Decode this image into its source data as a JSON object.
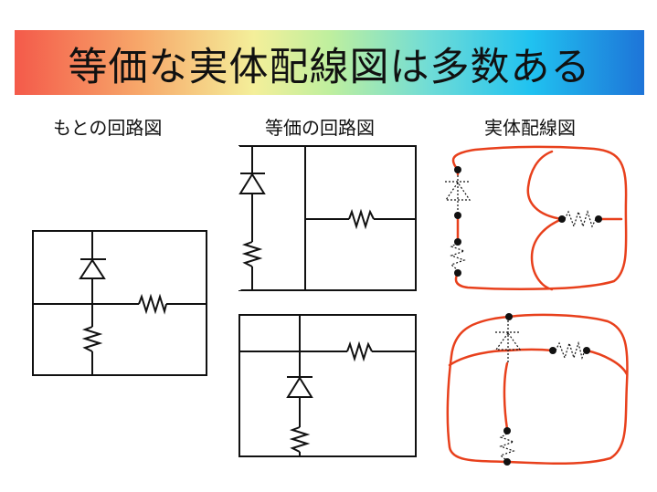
{
  "title": "等価な実体配線図は多数ある",
  "captions": {
    "original": "もとの回路図",
    "equivalent": "等価の回路図",
    "physical": "実体配線図"
  },
  "colors": {
    "wire": "#111111",
    "physical_wire": "#e8401c",
    "component": "#111111"
  },
  "icons": [
    "diode-icon",
    "resistor-icon",
    "junction-dot-icon"
  ]
}
